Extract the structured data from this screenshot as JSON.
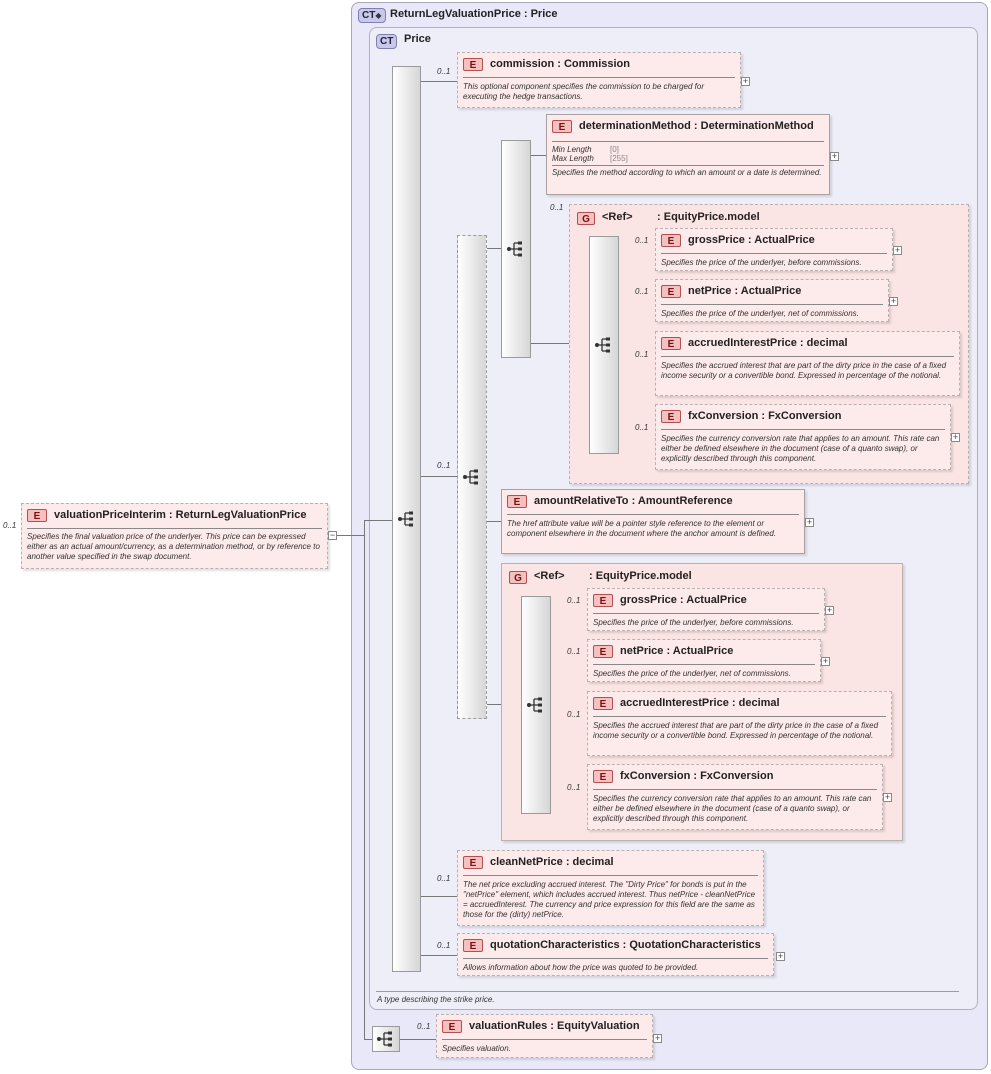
{
  "root": {
    "occurs": "0..1",
    "name": "valuationPriceInterim",
    "type": "ReturnLegValuationPrice",
    "doc": "Specifies the final valuation price of the underlyer. This price can be expressed either as an actual amount/currency, as a determination method, or by reference to another value specified in the swap document."
  },
  "outer": {
    "badge": "CT",
    "name": "ReturnLegValuationPrice",
    "base": "Price"
  },
  "inner": {
    "badge": "CT",
    "name": "Price",
    "doc": "A type describing the strike price."
  },
  "commission": {
    "occurs": "0..1",
    "name": "commission",
    "type": "Commission",
    "doc": "This optional component specifies the commission to be charged for executing the hedge transactions."
  },
  "determinationMethod": {
    "name": "determinationMethod",
    "type": "DeterminationMethod",
    "min_label": "Min Length",
    "min_value": "[0]",
    "max_label": "Max Length",
    "max_value": "[255]",
    "doc": "Specifies the method according to which an amount or a date is determined."
  },
  "group1": {
    "occurs": "0..1",
    "badge": "G",
    "ref": "<Ref>",
    "name": "EquityPrice.model"
  },
  "g1_gross": {
    "occurs": "0..1",
    "name": "grossPrice",
    "type": "ActualPrice",
    "doc": "Specifies the price of the underlyer, before commissions."
  },
  "g1_net": {
    "occurs": "0..1",
    "name": "netPrice",
    "type": "ActualPrice",
    "doc": "Specifies the price of the underlyer, net of commissions."
  },
  "g1_accrued": {
    "occurs": "0..1",
    "name": "accruedInterestPrice",
    "type": "decimal",
    "doc": "Specifies the accrued interest that are part of the dirty price in the case of a fixed income security or a convertible bond. Expressed in percentage of the notional."
  },
  "g1_fx": {
    "occurs": "0..1",
    "name": "fxConversion",
    "type": "FxConversion",
    "doc": "Specifies the currency conversion rate that applies to an amount. This rate can either be defined elsewhere in the document (case of a quanto swap), or explicitly described through this component."
  },
  "choiceOccurs": "0..1",
  "amountRelativeTo": {
    "name": "amountRelativeTo",
    "type": "AmountReference",
    "doc": "The href attribute value will be a pointer style reference to the element or component elsewhere in the document where the anchor amount is defined."
  },
  "group2": {
    "badge": "G",
    "ref": "<Ref>",
    "name": "EquityPrice.model"
  },
  "g2_gross": {
    "occurs": "0..1",
    "name": "grossPrice",
    "type": "ActualPrice",
    "doc": "Specifies the price of the underlyer, before commissions."
  },
  "g2_net": {
    "occurs": "0..1",
    "name": "netPrice",
    "type": "ActualPrice",
    "doc": "Specifies the price of the underlyer, net of commissions."
  },
  "g2_accrued": {
    "occurs": "0..1",
    "name": "accruedInterestPrice",
    "type": "decimal",
    "doc": "Specifies the accrued interest that are part of the dirty price in the case of a fixed income security or a convertible bond. Expressed in percentage of the notional."
  },
  "g2_fx": {
    "occurs": "0..1",
    "name": "fxConversion",
    "type": "FxConversion",
    "doc": "Specifies the currency conversion rate that applies to an amount. This rate can either be defined elsewhere in the document (case of a quanto swap), or explicitly described through this component."
  },
  "cleanNetPrice": {
    "occurs": "0..1",
    "name": "cleanNetPrice",
    "type": "decimal",
    "doc": "The net price excluding accrued interest. The \"Dirty Price\" for bonds is put in the \"netPrice\" element, which includes accrued interest. Thus netPrice - cleanNetPrice = accruedInterest. The currency and price expression for this field are the same as those for the (dirty) netPrice."
  },
  "quotationCharacteristics": {
    "occurs": "0..1",
    "name": "quotationCharacteristics",
    "type": "QuotationCharacteristics",
    "doc": "Allows information about how the price was quoted to be provided."
  },
  "valuationRules": {
    "occurs": "0..1",
    "name": "valuationRules",
    "type": "EquityValuation",
    "doc": "Specifies valuation."
  },
  "icons": {
    "element_badge": "E",
    "expand": "+",
    "collapse": "−",
    "sequence": "sequence-icon",
    "ct_ext": "extension-icon"
  }
}
